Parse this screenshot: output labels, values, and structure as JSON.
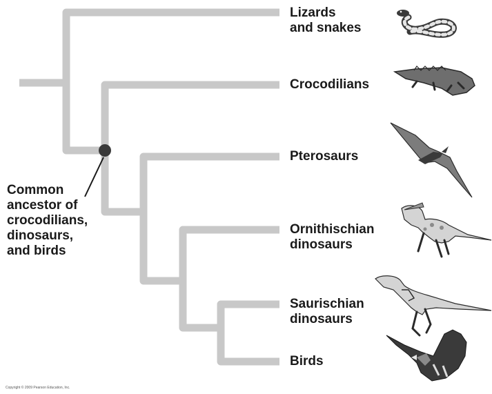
{
  "colors": {
    "branch": "#c8c8c8",
    "ancestor_node": "#3a3a3a",
    "text": "#1a1a1a",
    "animal_dark": "#3a3a3a",
    "animal_mid": "#8a8a8a",
    "animal_light": "#dcdcdc"
  },
  "ancestor_label": "Common\nancestor of\ncrocodilians,\ndinosaurs,\nand birds",
  "taxa": [
    {
      "label": "Lizards\nand snakes",
      "icon": "snake-icon"
    },
    {
      "label": "Crocodilians",
      "icon": "crocodile-icon"
    },
    {
      "label": "Pterosaurs",
      "icon": "pterosaur-icon"
    },
    {
      "label": "Ornithischian\ndinosaurs",
      "icon": "ornithischian-dinosaur-icon"
    },
    {
      "label": "Saurischian\ndinosaurs",
      "icon": "saurischian-dinosaur-icon"
    },
    {
      "label": "Birds",
      "icon": "bird-icon"
    }
  ],
  "copyright": "Copyright © 2009 Pearson Education, Inc."
}
